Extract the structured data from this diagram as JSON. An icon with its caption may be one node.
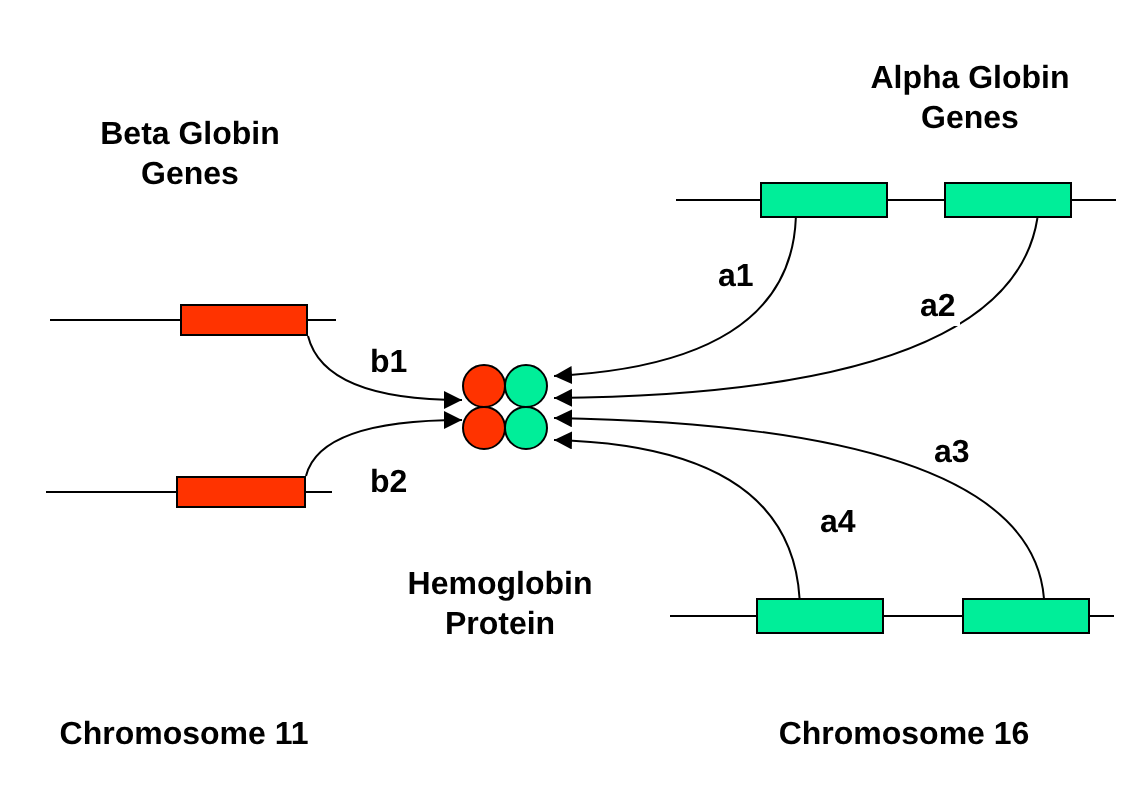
{
  "diagram": {
    "nodes": [
      {
        "text": [],
        "shape": "bar"
      },
      {
        "text": [],
        "shape": "bar"
      },
      {
        "text": [],
        "shape": "bar"
      },
      {
        "text": [],
        "shape": "bar"
      },
      {
        "text": [],
        "shape": "bar"
      },
      {
        "text": [],
        "shape": "bar"
      },
      {
        "text": [],
        "shape": "circle"
      }
    ],
    "edges": [
      {
        "from": 0,
        "to": 6,
        "arrow": "to",
        "label": "b1"
      },
      {
        "from": 1,
        "to": 6,
        "arrow": "to",
        "label": "b2"
      },
      {
        "from": 2,
        "to": 6,
        "arrow": "to",
        "label": "a1"
      },
      {
        "from": 3,
        "to": 6,
        "arrow": "to",
        "label": "a2"
      },
      {
        "from": 5,
        "to": 6,
        "arrow": "to",
        "label": "a3"
      },
      {
        "from": 4,
        "to": 6,
        "arrow": "to",
        "label": "a4"
      }
    ],
    "labels": [
      "Alpha Globin Genes",
      "Beta Globin Genes",
      "Hemoglobin Protein",
      "Chromosome 11",
      "Chromosome 16"
    ]
  }
}
